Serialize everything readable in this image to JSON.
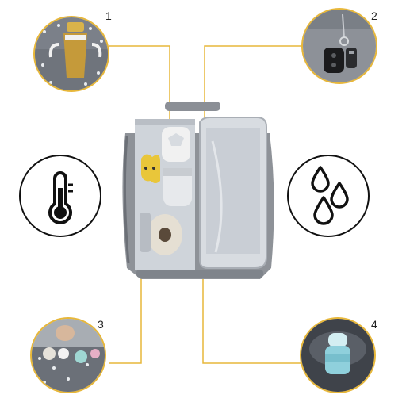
{
  "callouts": {
    "feature_1": {
      "number": "1",
      "subject": "bottle-holder-side-pocket"
    },
    "feature_2": {
      "number": "2",
      "subject": "key-holder-clip"
    },
    "feature_3": {
      "number": "3",
      "subject": "interior-organizer-pocket"
    },
    "feature_4": {
      "number": "4",
      "subject": "bottle-side-pocket"
    }
  },
  "icons": {
    "left": "thermometer-icon",
    "right": "water-drops-icon"
  },
  "colors": {
    "connector_line": "#e7b73a",
    "icon_stroke": "#111111",
    "bag_grey": "#8e9298",
    "liner_silver": "#cfd4da"
  }
}
